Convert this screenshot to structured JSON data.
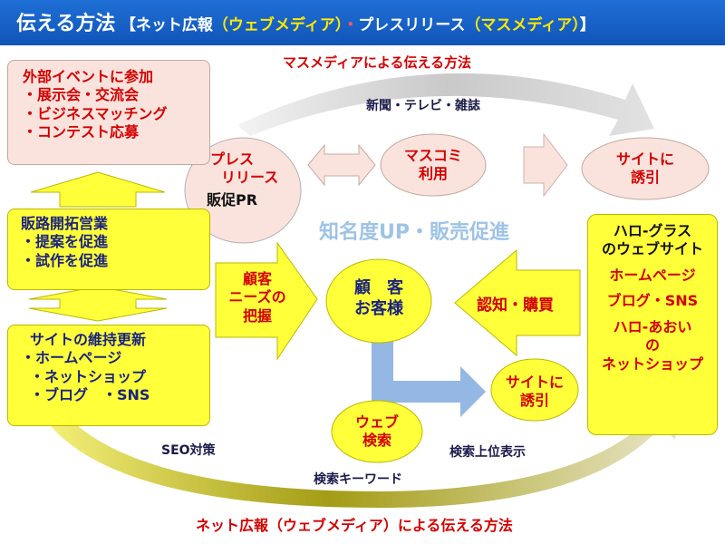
{
  "header": {
    "title": "伝える方法",
    "open": "【",
    "part1": "ネット広報",
    "paren1": "（ウェブメディア）",
    "dot": "・",
    "part2": "プレスリリース",
    "paren2": "（マスメディア）",
    "close": "】"
  },
  "mass_media_title": "マスメディアによる伝える方法",
  "newspaper_label": "新聞・テレビ・雑誌",
  "event_box": {
    "title": "外部イベントに参加",
    "items": [
      "・展示会・交流会",
      "・ビジネスマッチング",
      "・コンテスト応募"
    ]
  },
  "press": {
    "line1": "プレス",
    "line2": "リリース",
    "sub": "販促PR"
  },
  "masscomm": {
    "line1": "マスコミ",
    "line2": "利用"
  },
  "site_top": {
    "line1": "サイトに",
    "line2": "誘引"
  },
  "center_text": "知名度UP・販売促進",
  "sales_box": {
    "title": "販路開拓営業",
    "items": [
      "・提案を促進",
      "・試作を促進"
    ]
  },
  "needs_arrow": {
    "line1": "顧客",
    "line2": "ニーズの",
    "line3": "把握"
  },
  "customer": {
    "line1": "顧　客",
    "line2": "お客様"
  },
  "recognition": "認知・購買",
  "site_box": {
    "title": "サイトの維持更新",
    "items": [
      "・ホームページ",
      "・ネットショップ",
      "・ブログ　・SNS"
    ]
  },
  "right_box": {
    "line1": "ハロ-グラス",
    "line2": "のウェブサイト",
    "line3": "ホームページ",
    "line4": "ブログ・SNS",
    "line5": "ハロ-あおい",
    "line6": "の",
    "line7": "ネットショップ"
  },
  "site_mid": {
    "line1": "サイトに",
    "line2": "誘引"
  },
  "web_search": {
    "line1": "ウェブ",
    "line2": "検索"
  },
  "seo_label": "SEO対策",
  "search_rank_label": "検索上位表示",
  "keyword_label": "検索キーワード",
  "net_pr_title": "ネット広報（ウェブメディア）による伝える方法",
  "colors": {
    "header_blue": "#1e6fd6",
    "accent_red": "#d40000",
    "yellow": "#ffff3a",
    "peach": "#fbe3dd",
    "center_blue": "#9ec3e6"
  }
}
